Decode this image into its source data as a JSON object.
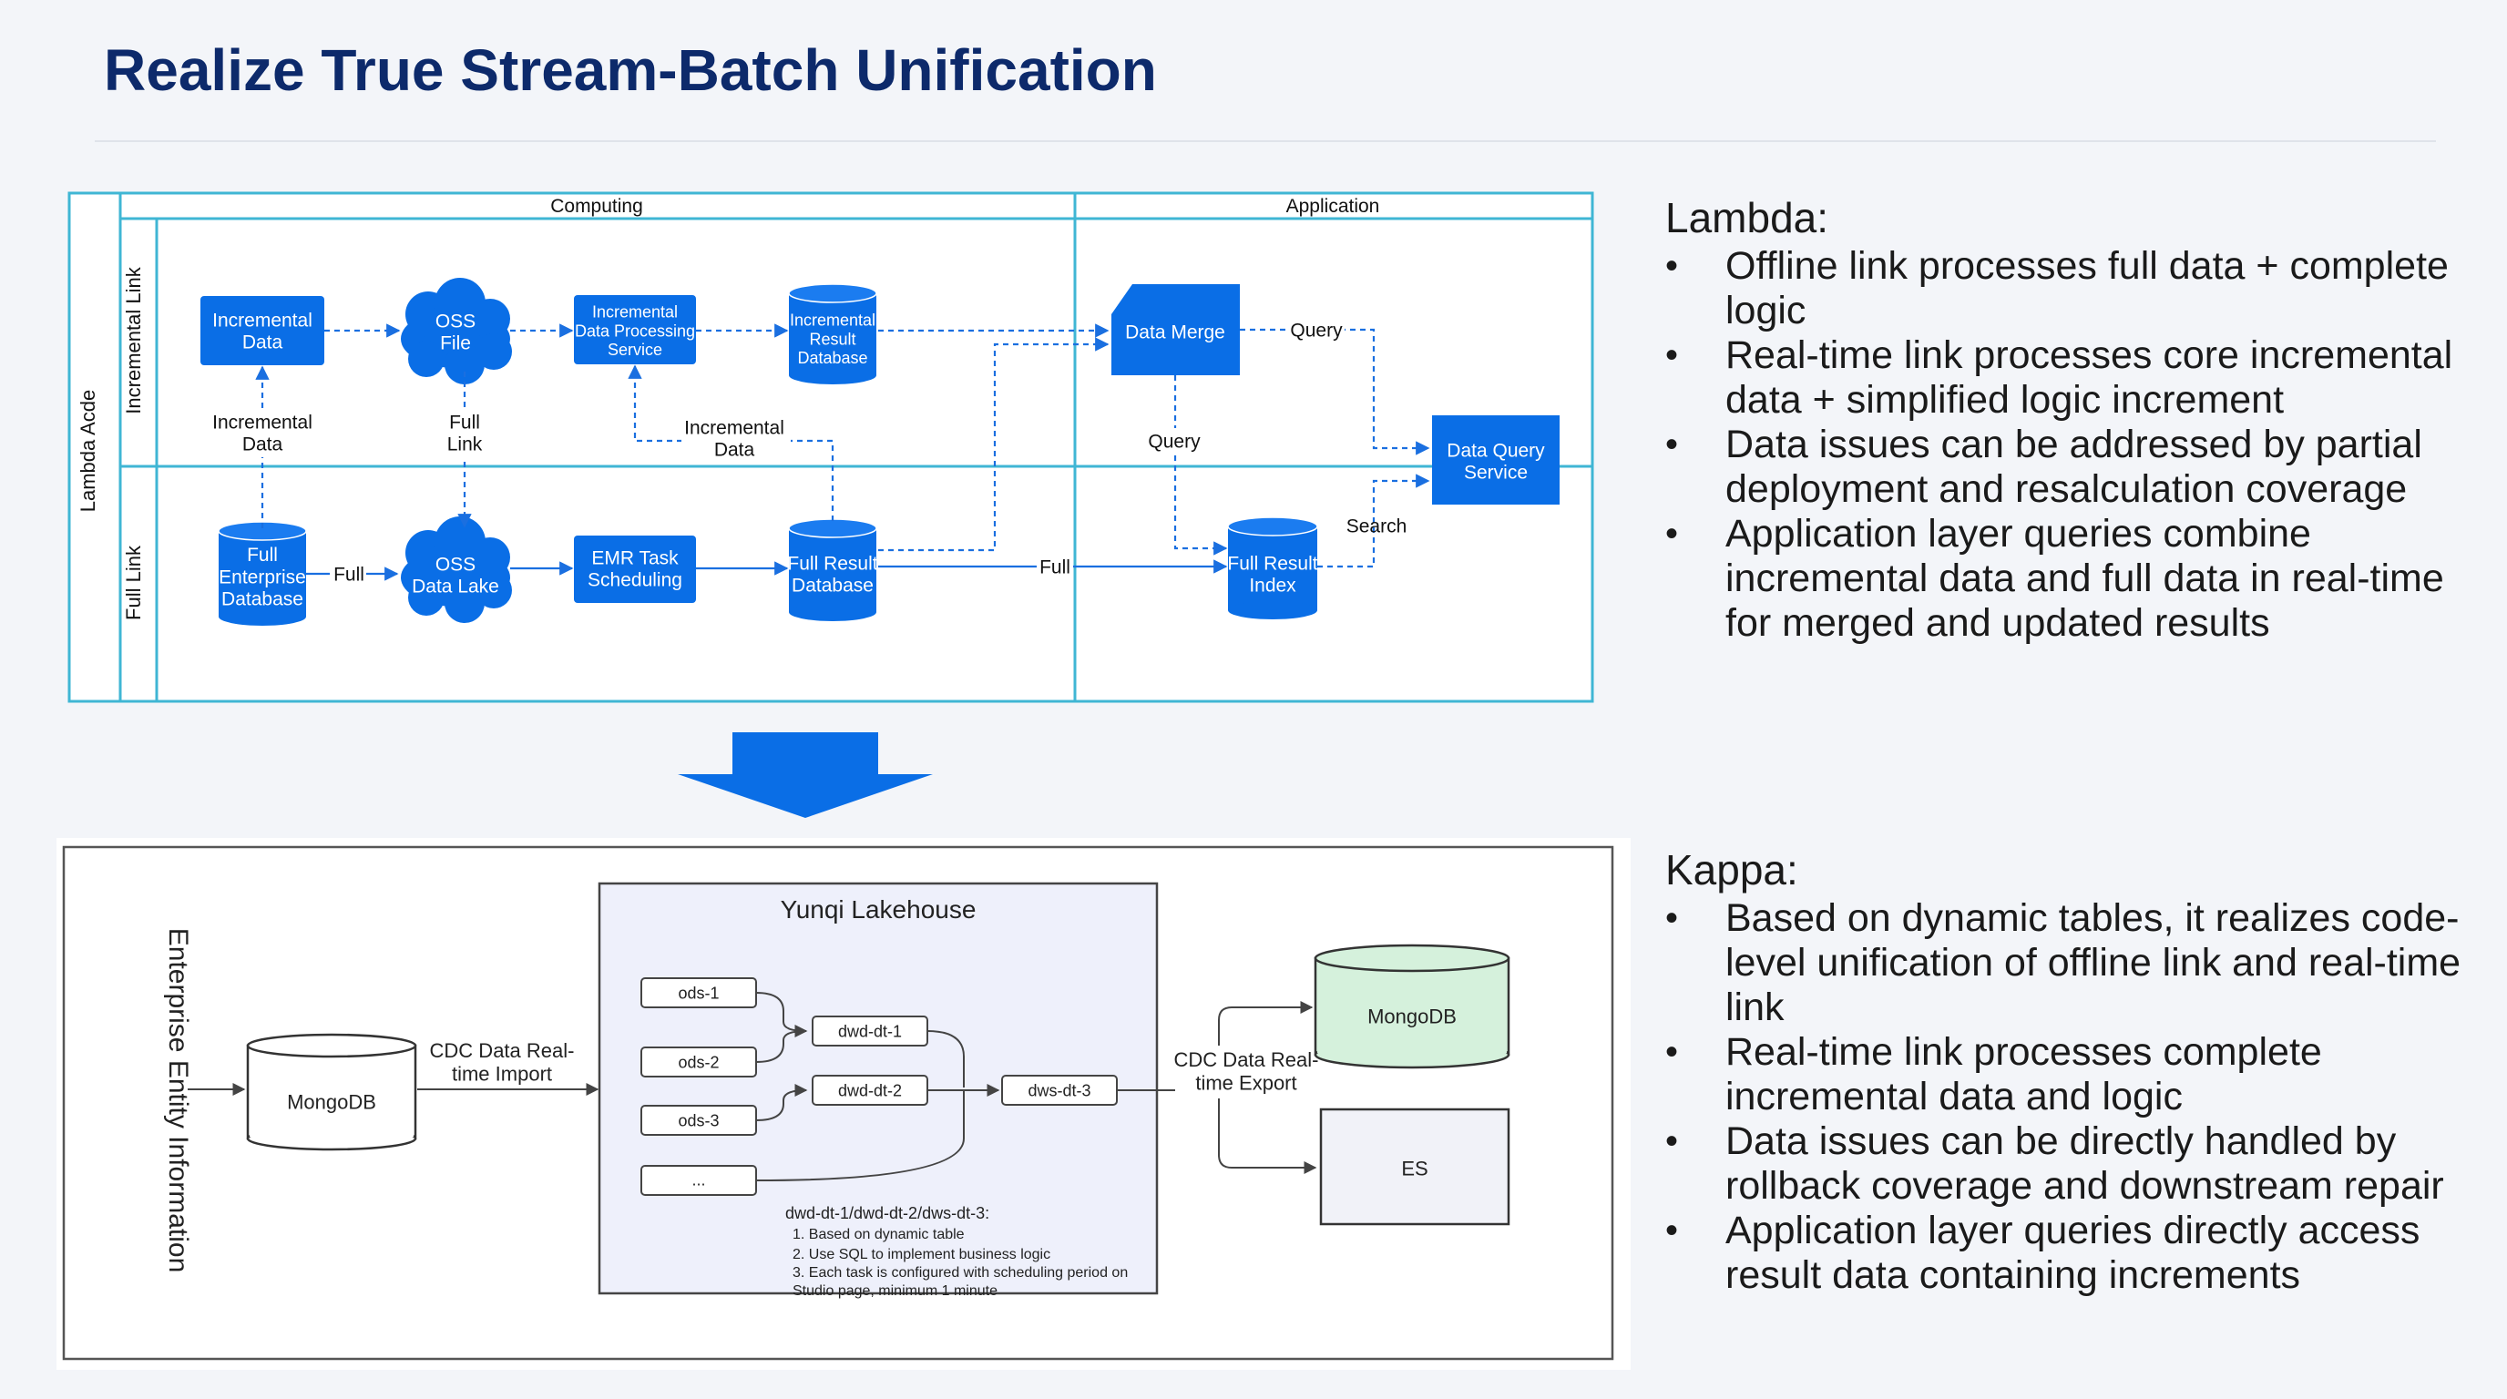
{
  "title": "Realize True Stream-Batch Unification",
  "colors": {
    "title": "#0d2a6b",
    "accent_blue": "#0a6ee6",
    "frame_cyan": "#3fb6d4",
    "lakehouse_fill": "#eef0fb",
    "mongo_green": "#d5f1dc"
  },
  "lambda_diagram": {
    "mode_label": "Lambda Acde",
    "columns": {
      "computing": "Computing",
      "application": "Application"
    },
    "rows": {
      "incremental": "Incremental Link",
      "full": "Full Link"
    },
    "nodes": {
      "incremental_data": "Incremental\nData",
      "oss_file": "OSS\nFile",
      "incr_processing": "Incremental\nData Processing\nService",
      "incr_result_db": "Incremental\nResult\nDatabase",
      "data_merge": "Data Merge",
      "data_query_service": "Data Query\nService",
      "full_enterprise_db": "Full\nEnterprise\nDatabase",
      "oss_data_lake": "OSS\nData Lake",
      "emr_scheduling": "EMR Task\nScheduling",
      "full_result_db": "Full Result\nDatabase",
      "full_result_index": "Full Result\nIndex"
    },
    "edge_labels": {
      "incremental_data": "Incremental\nData",
      "full_link": "Full\nLink",
      "incremental_data_2": "Incremental\nData",
      "full_1": "Full",
      "full_2": "Full",
      "query_1": "Query",
      "query_2": "Query",
      "search": "Search"
    }
  },
  "kappa_diagram": {
    "side_label": "Enterprise Entity Information",
    "source_db": "MongoDB",
    "cdc_import": "CDC Data Real-\ntime Import",
    "lakehouse_title": "Yunqi Lakehouse",
    "ods": [
      "ods-1",
      "ods-2",
      "ods-3",
      "..."
    ],
    "dwd": [
      "dwd-dt-1",
      "dwd-dt-2"
    ],
    "dws": "dws-dt-3",
    "cdc_export": "CDC Data Real-\ntime Export",
    "target_mongo": "MongoDB",
    "target_es": "ES",
    "notes": [
      "dwd-dt-1/dwd-dt-2/dws-dt-3:",
      "1. Based on dynamic table",
      "2. Use SQL to implement business logic",
      "3. Each task is configured with scheduling period on",
      "Studio page, minimum 1 minute"
    ]
  },
  "lambda_text": {
    "heading": "Lambda:",
    "bullets": [
      "Offline link processes full data + complete logic",
      "Real-time link processes core incremental data + simplified logic increment",
      "Data issues can be addressed by partial deployment and resalculation coverage",
      "Application layer queries combine incremental data and full data in real-time for merged and updated results"
    ]
  },
  "kappa_text": {
    "heading": "Kappa:",
    "bullets": [
      "Based on dynamic tables, it realizes code-level unification of offline link and real-time link",
      "Real-time link processes complete incremental data and logic",
      "Data issues can be directly handled by rollback coverage and downstream repair",
      "Application layer queries directly access result data containing increments"
    ]
  }
}
